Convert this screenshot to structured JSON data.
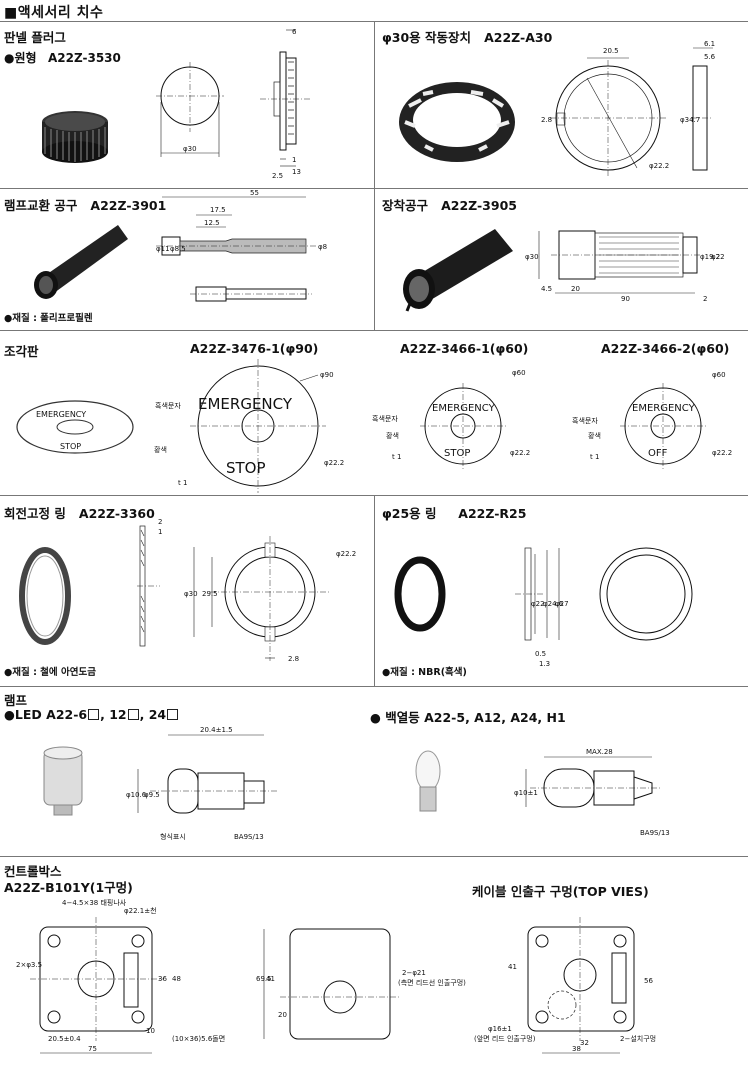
{
  "page_title": "■액세서리 치수",
  "sections": {
    "panel_plug": {
      "title": "판넬 플러그",
      "sub": "●원형",
      "model": "A22Z-3530",
      "dims": [
        "6",
        "1",
        "13",
        "2.5",
        "φ30"
      ]
    },
    "actuator": {
      "title": "φ30용 작동장치",
      "model": "A22Z-A30",
      "dims": [
        "20.5",
        "6.1",
        "5.6",
        "2.8",
        "φ34.7",
        "φ22.2"
      ]
    },
    "lamp_tool": {
      "title": "램프교환 공구",
      "model": "A22Z-3901",
      "note": "●재질 : 폴리프로필렌",
      "dims": [
        "55",
        "17.5",
        "12.5",
        "φ11",
        "φ8.5",
        "φ8"
      ]
    },
    "mount_tool": {
      "title": "장착공구",
      "model": "A22Z-3905",
      "dims": [
        "φ30",
        "φ19.2",
        "φ22",
        "4.5",
        "20",
        "90",
        "2"
      ]
    },
    "plate": {
      "title": "조각판",
      "models": [
        "A22Z-3476-1(φ90)",
        "A22Z-3466-1(φ60)",
        "A22Z-3466-2(φ60)"
      ],
      "black_text": "흑색문자",
      "yellow": "황색",
      "t1": "t 1",
      "emergency": "EMERGENCY",
      "stop": "STOP",
      "off": "OFF",
      "dims": [
        "φ90",
        "φ22.2",
        "φ60",
        "φ22.2",
        "φ60",
        "φ22.2"
      ]
    },
    "lock_ring": {
      "title": "회전고정 링",
      "model": "A22Z-3360",
      "note": "●재질 : 철에 아연도금",
      "dims": [
        "2",
        "1",
        "φ22.2",
        "φ30",
        "29.5",
        "2.8"
      ]
    },
    "ring25": {
      "title": "φ25용 링",
      "model": "A22Z-R25",
      "note": "●재질 : NBR(흑색)",
      "dims": [
        "φ22",
        "φ24.6",
        "φ27",
        "0.5",
        "1.3"
      ]
    },
    "lamp": {
      "title": "램프",
      "led_label": "●LED  A22-6",
      "led_sep1": ", 12",
      "led_sep2": ", 24",
      "inc_label": "● 백열등   A22-5, A12, A24, H1",
      "led_dims": [
        "20.4±1.5",
        "φ10.6",
        "φ9.5"
      ],
      "led_marks": [
        "형식표시",
        "BA9S/13"
      ],
      "inc_dims": [
        "MAX.28",
        "φ10±1"
      ],
      "inc_marks": [
        "BA9S/13"
      ]
    },
    "control_box": {
      "title": "컨트롤박스",
      "model": "A22Z-B101Y(1구멍)",
      "cable_title": "케이블 인출구 구멍(TOP VIES)",
      "dims1": [
        "4−4.5×38  태핑나사",
        "φ22.1±천",
        "2×φ3.5",
        "48",
        "36",
        "20.5±0.4",
        "75",
        "(10×36)5.6돌면",
        "10"
      ],
      "dims2": [
        "2−φ21",
        "(측면 리드선 인출구멍)",
        "69.5",
        "41",
        "20"
      ],
      "dims3": [
        "41",
        "56",
        "φ16±1",
        "(앞면 리드 인출구멍)",
        "32",
        "38",
        "2−설치구멍"
      ]
    }
  }
}
